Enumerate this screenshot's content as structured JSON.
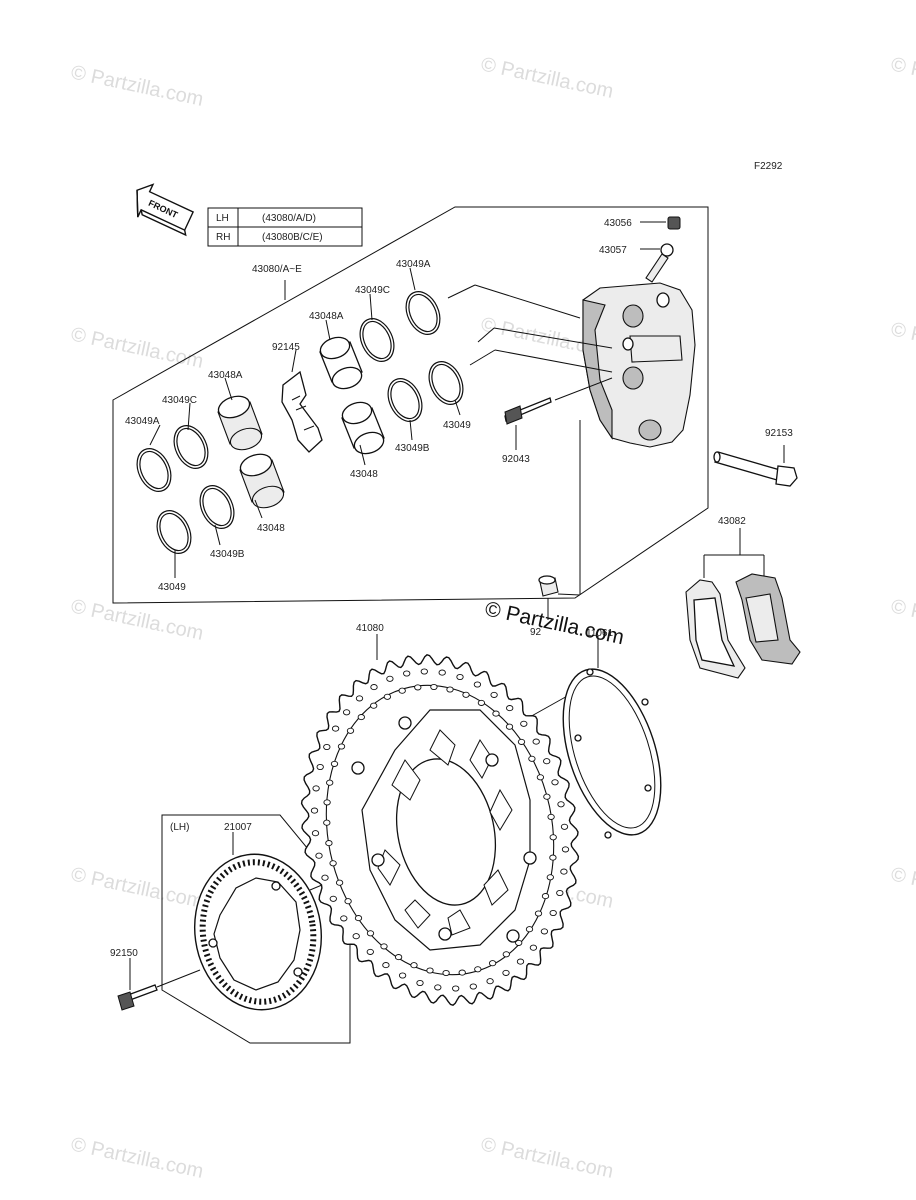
{
  "diagram": {
    "figure_code": "F2292",
    "front_arrow_label": "FRONT",
    "caliper_table": [
      {
        "side": "LH",
        "parts": "(43080/A/D)"
      },
      {
        "side": "RH",
        "parts": "(43080B/C/E)"
      }
    ],
    "lh_note": "(LH)",
    "labels": {
      "p43080": "43080/A~E",
      "p43049A_top": "43049A",
      "p43049C_top": "43049C",
      "p43048A_top": "43048A",
      "p92145": "92145",
      "p43048A_left": "43048A",
      "p43049C_left": "43049C",
      "p43049A_left": "43049A",
      "p43049_right": "43049",
      "p43049B_right": "43049B",
      "p43048_right": "43048",
      "p43048_left": "43048",
      "p43049B_left": "43049B",
      "p43049_left": "43049",
      "p92043": "92043",
      "p43056": "43056",
      "p43057": "43057",
      "p92153": "92153",
      "p43082": "43082",
      "p92": "92",
      "p41080": "41080",
      "p11061": "11061",
      "p21007": "21007",
      "p92150": "92150"
    },
    "watermark": "© Partzilla.com"
  }
}
